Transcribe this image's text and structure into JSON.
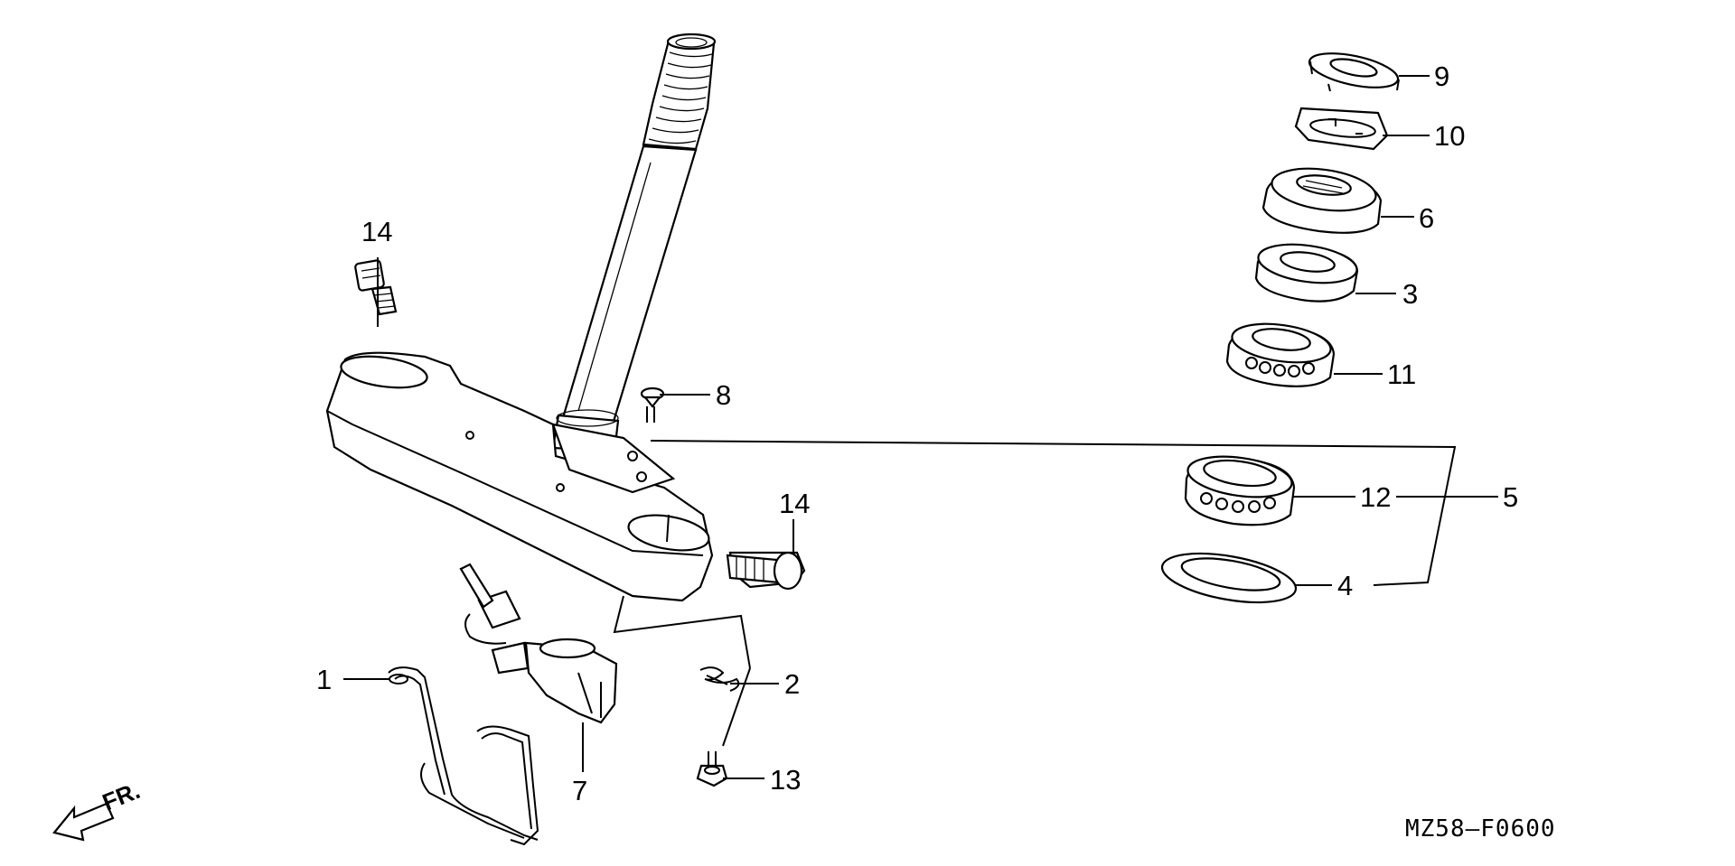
{
  "diagram": {
    "labels": [
      {
        "id": "l1",
        "text": "1"
      },
      {
        "id": "l2",
        "text": "2"
      },
      {
        "id": "l3",
        "text": "3"
      },
      {
        "id": "l4",
        "text": "4"
      },
      {
        "id": "l5",
        "text": "5"
      },
      {
        "id": "l6",
        "text": "6"
      },
      {
        "id": "l7",
        "text": "7"
      },
      {
        "id": "l8",
        "text": "8"
      },
      {
        "id": "l9",
        "text": "9"
      },
      {
        "id": "l10",
        "text": "10"
      },
      {
        "id": "l11",
        "text": "11"
      },
      {
        "id": "l12",
        "text": "12"
      },
      {
        "id": "l13",
        "text": "13"
      },
      {
        "id": "l14a",
        "text": "14"
      },
      {
        "id": "l14b",
        "text": "14"
      }
    ],
    "direction_label": "FR.",
    "diagram_code": "MZ58—F0600"
  }
}
